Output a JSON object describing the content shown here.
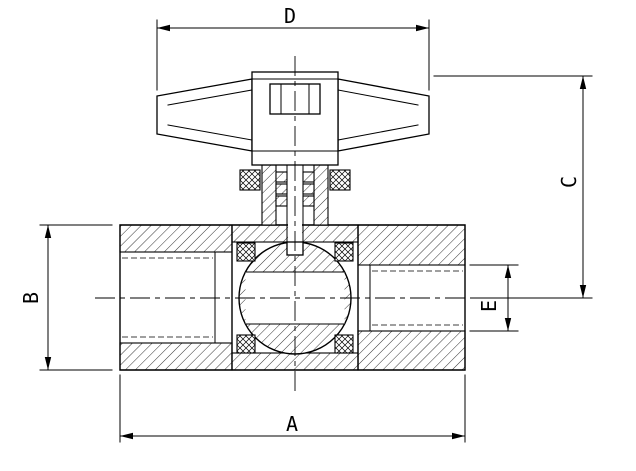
{
  "drawing": {
    "background_color": "#ffffff",
    "line_color": "#000000",
    "dimension_labels": {
      "a": "A",
      "b": "B",
      "c": "C",
      "d": "D",
      "e": "E"
    }
  }
}
